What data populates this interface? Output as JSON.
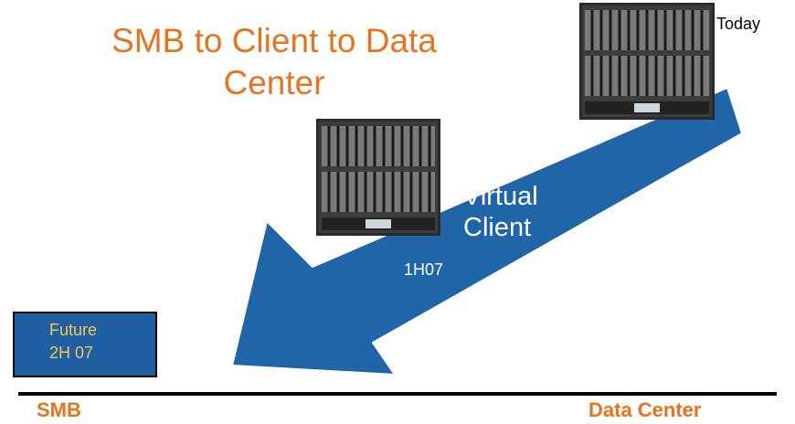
{
  "title": "SMB to Client to Data\nCenter",
  "labels": {
    "today": "Today",
    "virtual_client": "Virtual\nClient",
    "h107": "1H07",
    "future": "Future\n2H 07",
    "smb": "SMB",
    "data_center": "Data Center"
  },
  "colors": {
    "title": "#e8731f",
    "arrow": "#1f65a8",
    "future_box": "#1f5fa3",
    "future_text": "#f2c84b",
    "axis_labels": "#e8731f"
  },
  "icons": {
    "server_today": "blade-server-chassis-icon",
    "server_client": "blade-server-chassis-icon"
  }
}
